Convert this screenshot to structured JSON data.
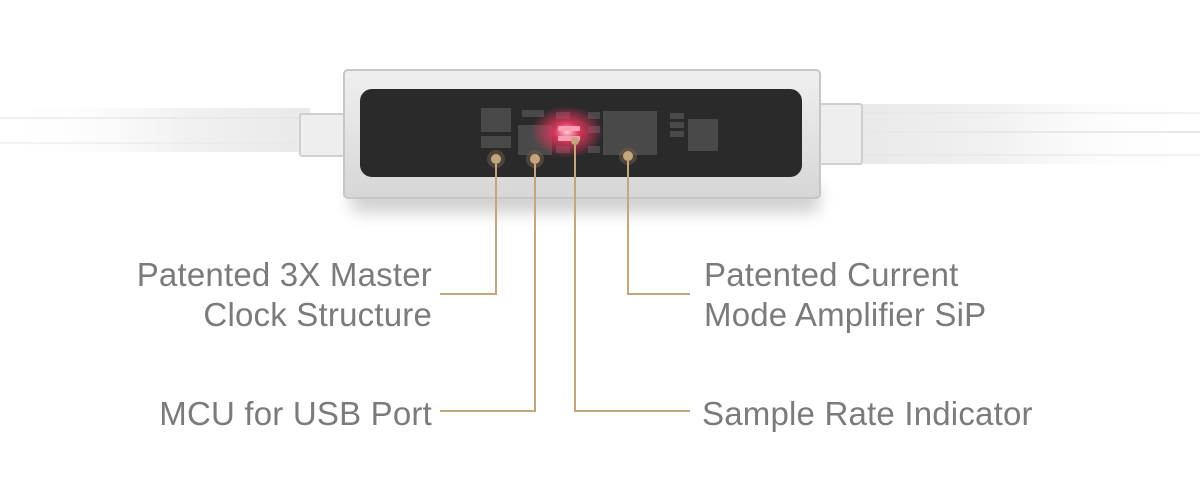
{
  "labels": {
    "clock": {
      "line1": "Patented 3X Master",
      "line2": "Clock Structure"
    },
    "mcu": {
      "line1": "MCU for USB Port"
    },
    "amp": {
      "line1": "Patented Current",
      "line2": "Mode Amplifier SiP"
    },
    "indicator": {
      "line1": "Sample Rate Indicator"
    }
  },
  "colors": {
    "leader": "#c4a57e",
    "text": "#7b7b7b",
    "board": "#2b2a2b",
    "housing": "#dcdcdc",
    "led": "#e8365f"
  }
}
